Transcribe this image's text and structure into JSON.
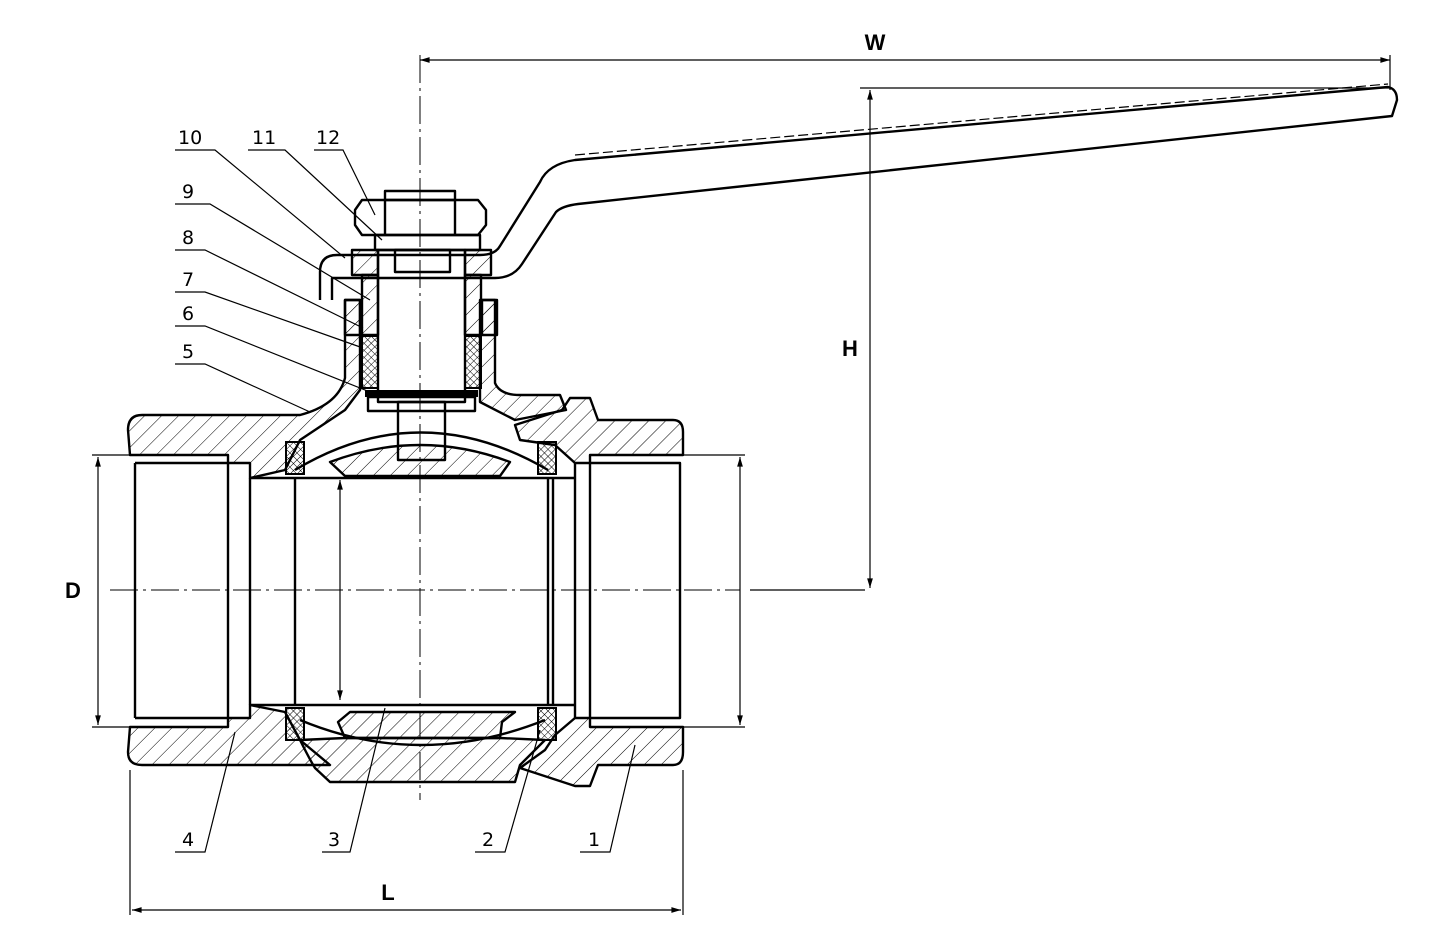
{
  "dimensions": {
    "width_label": "W",
    "height_label": "H",
    "diameter_label": "D",
    "length_label": "L"
  },
  "part_numbers": {
    "p1": "1",
    "p2": "2",
    "p3": "3",
    "p4": "4",
    "p5": "5",
    "p6": "6",
    "p7": "7",
    "p8": "8",
    "p9": "9",
    "p10": "10",
    "p11": "11",
    "p12": "12"
  }
}
